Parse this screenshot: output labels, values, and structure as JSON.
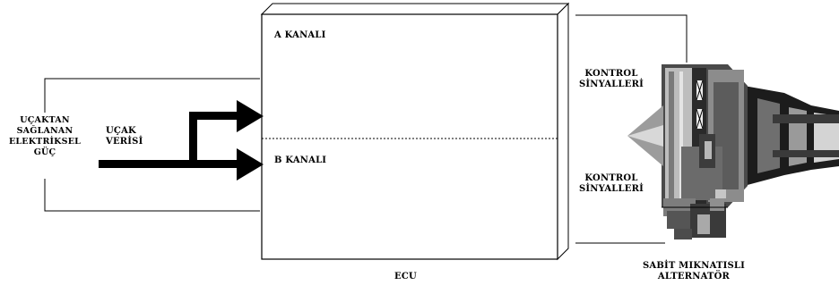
{
  "ecu": {
    "channel_a": "A KANALI",
    "channel_b": "B KANALI",
    "label": "ECU"
  },
  "aircraft_power": {
    "line1": "UÇAKTAN",
    "line2": "SAĞLANAN",
    "line3": "ELEKTRİKSEL",
    "line4": "GÜÇ"
  },
  "aircraft_data": {
    "line1": "UÇAK",
    "line2": "VERİSİ"
  },
  "control_signals_top": {
    "line1": "KONTROL",
    "line2": "SİNYALLERİ"
  },
  "control_signals_bottom": {
    "line1": "KONTROL",
    "line2": "SİNYALLERİ"
  },
  "alternator": {
    "line1": "SABİT MIKNATISLI",
    "line2": "ALTERNATÖR"
  },
  "engine": {
    "icon": "turbofan-engine-icon"
  }
}
